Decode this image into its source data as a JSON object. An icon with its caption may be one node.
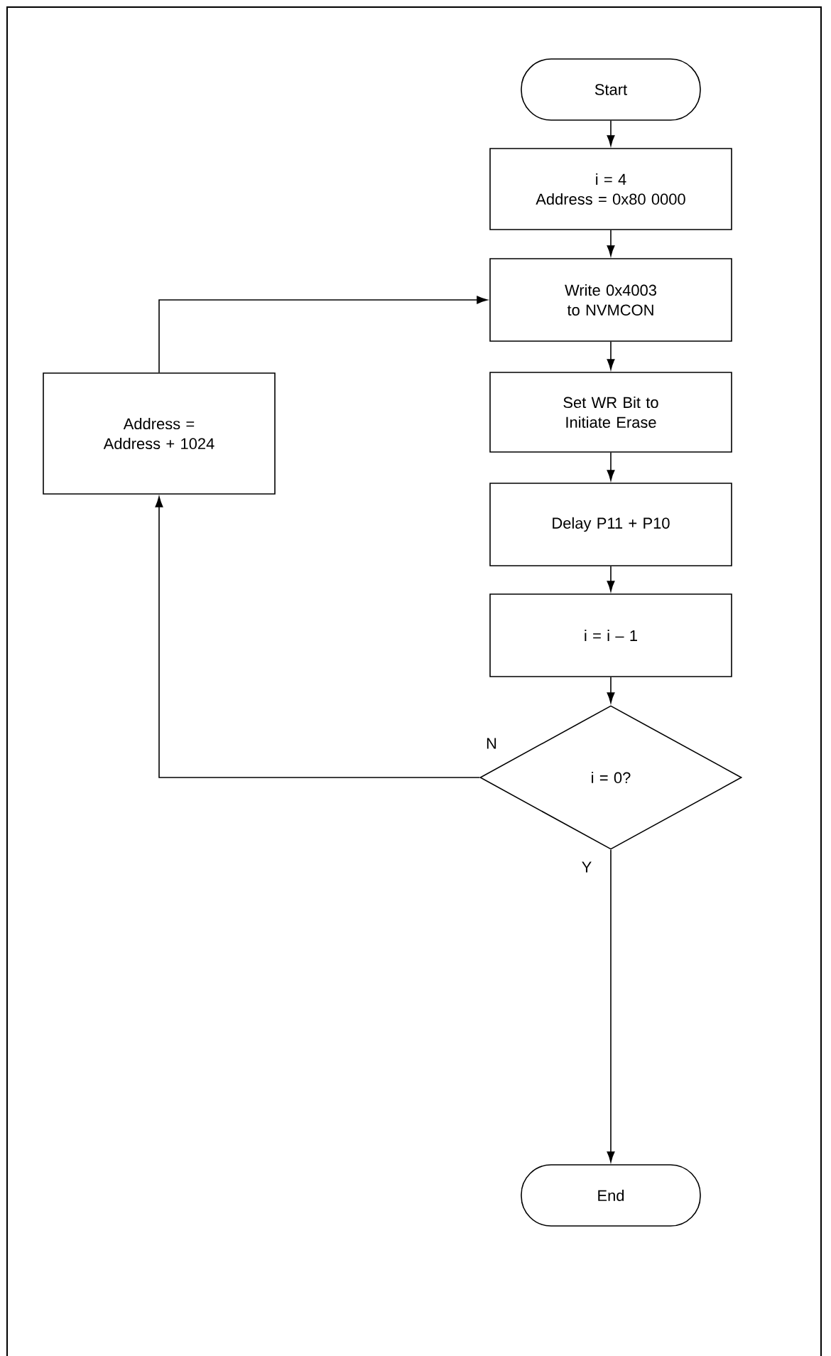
{
  "diagram": {
    "nodes": [
      {
        "text": [
          "Start"
        ]
      },
      {
        "text": [
          "i = 4",
          "Address = 0x80 0000"
        ]
      },
      {
        "text": [
          "Write 0x4003 to NVMCON"
        ]
      },
      {
        "text": [
          "Set WR Bit to Initiate Erase"
        ]
      },
      {
        "text": [
          "Delay P11 + P10"
        ]
      },
      {
        "text": [
          "i = i – 1"
        ]
      },
      {
        "text": [
          "i = 0?"
        ]
      },
      {
        "text": [
          "End"
        ]
      },
      {
        "text": [
          "Address = Address + 1024"
        ]
      }
    ],
    "edges": [
      {
        "from": 0,
        "to": 1,
        "arrow": "to"
      },
      {
        "from": 1,
        "to": 2,
        "arrow": "to"
      },
      {
        "from": 2,
        "to": 3,
        "arrow": "to"
      },
      {
        "from": 3,
        "to": 4,
        "arrow": "to"
      },
      {
        "from": 4,
        "to": 5,
        "arrow": "to"
      },
      {
        "from": 5,
        "to": 6,
        "arrow": "to"
      },
      {
        "from": 6,
        "to": 7,
        "arrow": "to",
        "label": "Y"
      },
      {
        "from": 6,
        "to": 8,
        "arrow": "to",
        "label": "N"
      },
      {
        "from": 8,
        "to": 2,
        "arrow": "to"
      }
    ]
  }
}
